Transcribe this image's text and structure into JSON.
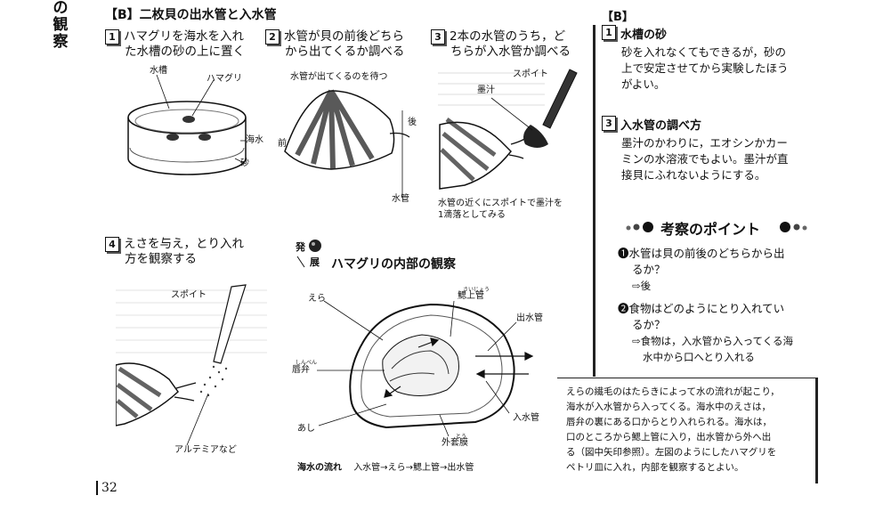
{
  "margin_tab": [
    "の",
    "観",
    "察"
  ],
  "section_heading": "【B】二枚貝の出水管と入水管",
  "steps": [
    {
      "num": "1",
      "lines": [
        "ハマグリを海水を入れ",
        "た水槽の砂の上に置く"
      ],
      "labels": {
        "tank": "水槽",
        "clam": "ハマグリ",
        "seawater": "海水",
        "sand": "砂"
      }
    },
    {
      "num": "2",
      "lines": [
        "水管が貝の前後どちら",
        "から出てくるか調べる"
      ],
      "caption": "水管が出てくるのを待つ",
      "labels": {
        "back": "後",
        "front": "前",
        "siphon": "水管"
      }
    },
    {
      "num": "3",
      "lines": [
        "2本の水管のうち，ど",
        "ちらが入水管か調べる"
      ],
      "labels": {
        "dropper": "スポイト",
        "ink": "墨汁"
      },
      "caption_lines": [
        "水管の近くにスポイトで墨汁を",
        "1滴落としてみる"
      ]
    },
    {
      "num": "4",
      "lines": [
        "えさを与え，とり入れ",
        "方を観察する"
      ],
      "labels": {
        "dropper": "スポイト",
        "artemia": "アルテミアなど"
      }
    }
  ],
  "advanced": {
    "badge_top": "発",
    "badge_bottom": "展",
    "title": "ハマグリの内部の観察",
    "labels": {
      "gill": "えら",
      "epibranchial_furigana": "さいじょう",
      "epibranchial": "鰓上管",
      "excurrent": "出水管",
      "palp_furigana": "しんべん",
      "palp": "唇弁",
      "incurrent": "入水管",
      "foot": "あし",
      "mantle_furigana": "とう",
      "mantle": "外套膜"
    },
    "flow_label": "海水の流れ",
    "flow_text": "入水管→えら→鰓上管→出水管"
  },
  "right": {
    "heading": "【B】",
    "notes": [
      {
        "num": "1",
        "title": "水槽の砂",
        "body": [
          "砂を入れなくてもできるが，砂の",
          "上で安定させてから実験したほう",
          "がよい。"
        ]
      },
      {
        "num": "3",
        "title": "入水管の調べ方",
        "body": [
          "墨汁のかわりに，エオシンかカー",
          "ミンの水溶液でもよい。墨汁が直",
          "接貝にふれないようにする。"
        ]
      }
    ],
    "points_title": "考察のポイント",
    "questions": [
      {
        "mark": "❶",
        "q": [
          "水管は貝の前後のどちらから出",
          "るか？"
        ],
        "a": [
          "⇨後"
        ]
      },
      {
        "mark": "❷",
        "q": [
          "食物はどのようにとり入れてい",
          "るか？"
        ],
        "a": [
          "⇨食物は，入水管から入ってくる海",
          "水中から口へとり入れる"
        ]
      }
    ]
  },
  "note": [
    "えらの繊毛のはたらきによって水の流れが起こり，",
    "海水が入水管から入ってくる。海水中のえさは，",
    "唇弁の裏にある口からとり入れられる。海水は，",
    "口のところから鰓上管に入り，出水管から外へ出",
    "る（図中矢印参照）。左図のようにしたハマグリを",
    "ペトリ皿に入れ，内部を観察するとよい。"
  ],
  "page_number": "32"
}
